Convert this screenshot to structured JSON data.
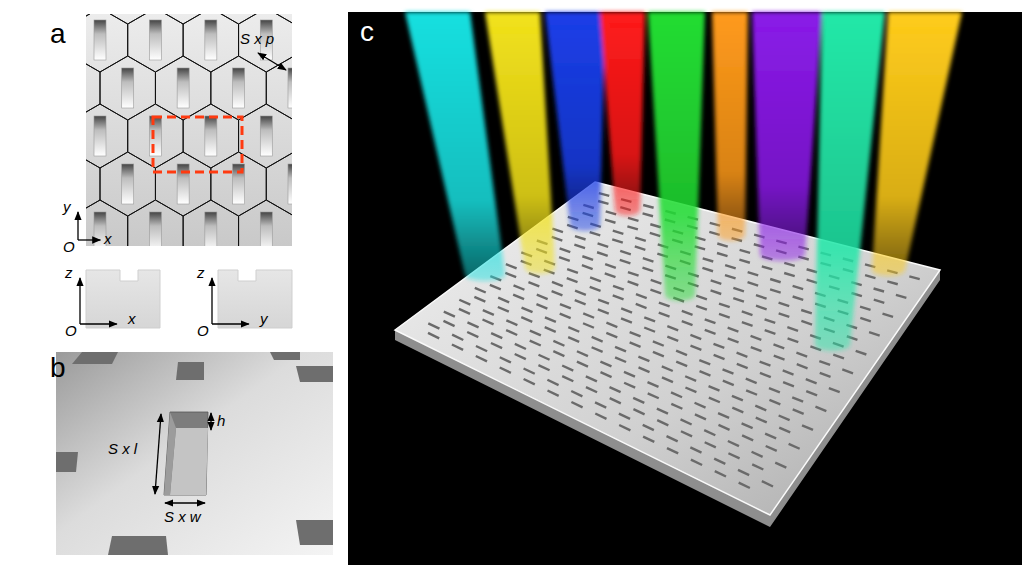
{
  "diagram": {
    "labels": [
      "a",
      "S x p",
      "y",
      "O",
      "x",
      "z",
      "x",
      "O",
      "z",
      "y",
      "O",
      "b",
      "S x l",
      "h",
      "S x w",
      "c"
    ]
  }
}
